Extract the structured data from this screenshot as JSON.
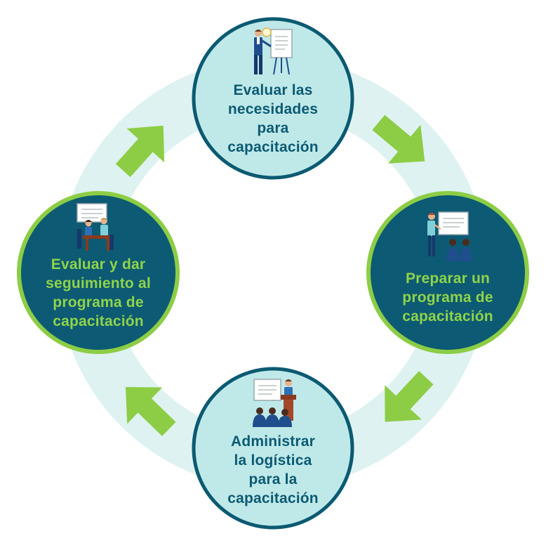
{
  "diagram": {
    "colors": {
      "ring": "#dff2f2",
      "light_fill": "#bfe9e9",
      "dark_fill": "#0c5a73",
      "border_dark": "#0b5a72",
      "border_green": "#8ccd45",
      "arrow": "#8ccd45",
      "text_dark": "#0c5a73",
      "text_green": "#8fd34a"
    },
    "steps": [
      {
        "id": "assess",
        "icon": "presenter-at-flipchart-icon",
        "lines": [
          "Evaluar las",
          "necesidades",
          "para",
          "capacitación"
        ]
      },
      {
        "id": "prepare",
        "icon": "presentation-audience-icon",
        "lines": [
          "Preparar un",
          "programa de",
          "capacitación"
        ]
      },
      {
        "id": "administer",
        "icon": "lecture-podium-icon",
        "lines": [
          "Administrar",
          "la logística",
          "para la",
          "capacitación"
        ]
      },
      {
        "id": "evaluate",
        "icon": "meeting-at-table-icon",
        "lines": [
          "Evaluar y dar",
          "seguimiento al",
          "programa de",
          "capacitación"
        ]
      }
    ],
    "arrows": [
      {
        "icon": "arrow-top-right-icon"
      },
      {
        "icon": "arrow-bottom-right-icon"
      },
      {
        "icon": "arrow-bottom-left-icon"
      },
      {
        "icon": "arrow-top-left-icon"
      }
    ]
  }
}
